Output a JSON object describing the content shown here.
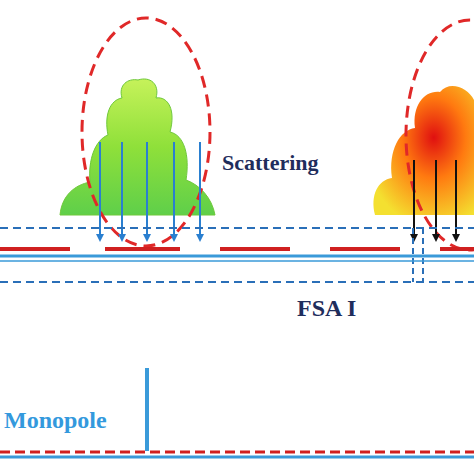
{
  "diagram": {
    "labels": [
      "Scattering",
      "FSA I",
      "Monopole"
    ]
  }
}
